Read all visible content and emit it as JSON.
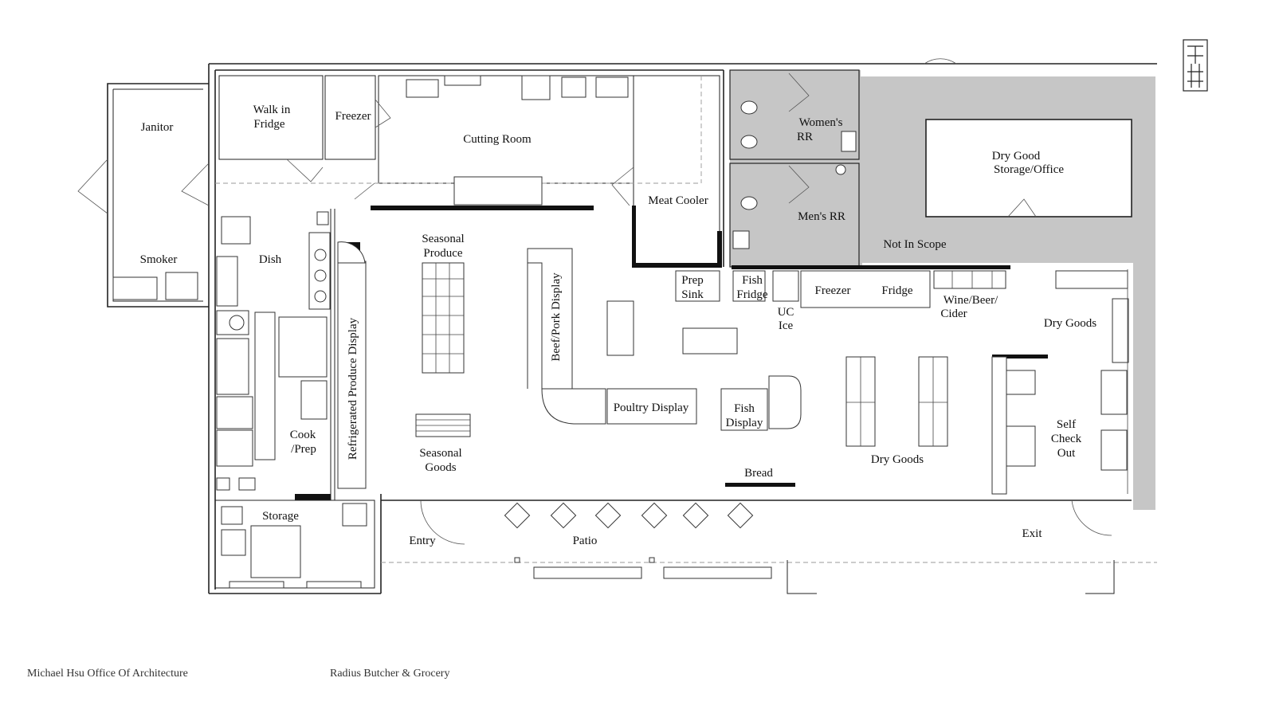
{
  "rooms": {
    "janitor": "Janitor",
    "smoker": "Smoker",
    "walk_in_fridge_1": "Walk in",
    "walk_in_fridge_2": "Fridge",
    "freezer_back": "Freezer",
    "cutting_room": "Cutting Room",
    "meat_cooler": "Meat Cooler",
    "womens_rr_1": "Women's",
    "womens_rr_2": "RR",
    "mens_rr": "Men's RR",
    "dry_good_storage_1": "Dry Good",
    "dry_good_storage_2": "Storage/Office",
    "not_in_scope": "Not In Scope",
    "dish": "Dish",
    "seasonal_produce_1": "Seasonal",
    "seasonal_produce_2": "Produce",
    "refrigerated_produce": "Refrigerated Produce Display",
    "beef_pork": "Beef/Pork Display",
    "prep_sink_1": "Prep",
    "prep_sink_2": "Sink",
    "fish_fridge_1": "Fish",
    "fish_fridge_2": "Fridge",
    "uc_ice_1": "UC",
    "uc_ice_2": "Ice",
    "freezer_front": "Freezer",
    "fridge_front": "Fridge",
    "wine_1": "Wine/Beer/",
    "wine_2": "Cider",
    "dry_goods_right": "Dry Goods",
    "cook_prep_1": "Cook",
    "cook_prep_2": "/Prep",
    "poultry": "Poultry Display",
    "fish_display_1": "Fish",
    "fish_display_2": "Display",
    "seasonal_goods_1": "Seasonal",
    "seasonal_goods_2": "Goods",
    "dry_goods_center": "Dry Goods",
    "self_checkout_1": "Self",
    "self_checkout_2": "Check",
    "self_checkout_3": "Out",
    "bread": "Bread",
    "storage": "Storage",
    "entry": "Entry",
    "patio": "Patio",
    "exit": "Exit"
  },
  "footer": {
    "firm": "Michael Hsu Office Of Architecture",
    "project": "Radius Butcher & Grocery"
  },
  "colors": {
    "not_in_scope_fill": "#c6c6c6",
    "wall": "#222222"
  },
  "icons": {
    "logo": "firm-seal-logo"
  }
}
